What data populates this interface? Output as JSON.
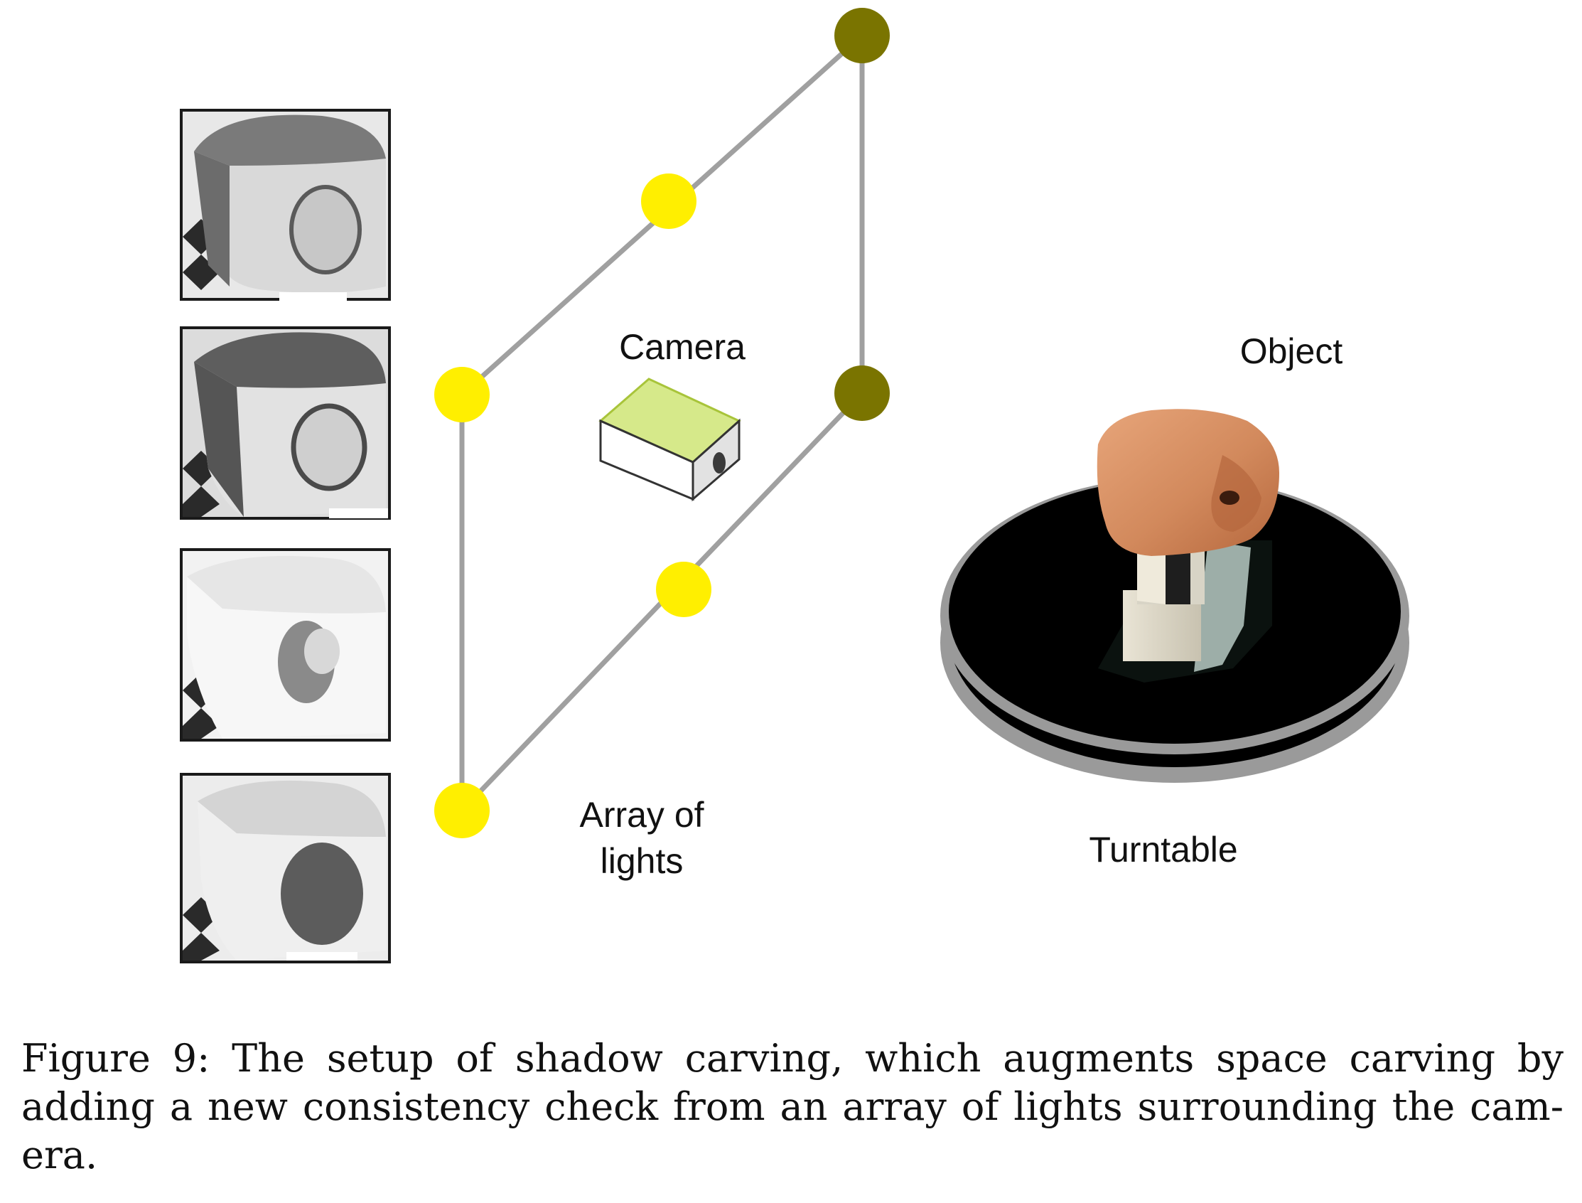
{
  "labels": {
    "camera": "Camera",
    "object": "Object",
    "array_line1": "Array of",
    "array_line2": "lights",
    "turntable": "Turntable"
  },
  "caption": {
    "line1": "Figure 9:  The setup of shadow carving, which augments space carving by",
    "line2": "adding a new consistency check from an array of lights surrounding the cam-",
    "line3": "era."
  },
  "thumbnails": [
    {
      "name": "shadow-image-1"
    },
    {
      "name": "shadow-image-2"
    },
    {
      "name": "shadow-image-3"
    },
    {
      "name": "shadow-image-4"
    }
  ],
  "colors": {
    "light_on": "#ffef00",
    "light_off": "#7a7400",
    "frame_line": "#a0a0a0",
    "camera_top": "#d6e98a",
    "clay": "#d2895c",
    "turntable": "#000000",
    "turntable_rim": "#9a9a9a"
  }
}
